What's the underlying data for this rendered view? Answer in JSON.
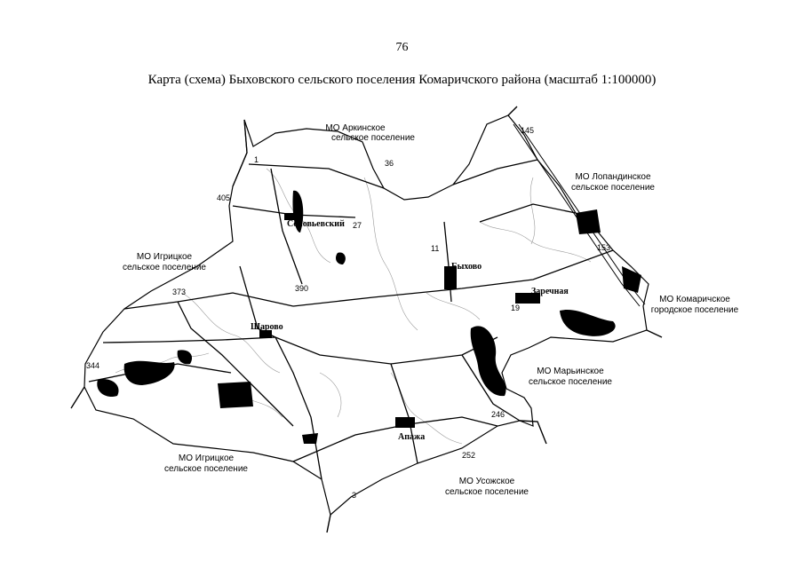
{
  "page": {
    "number": "76"
  },
  "title": "Карта (схема) Быховского сельского поселения Комаричского района (масштаб 1:100000)",
  "settlements": [
    {
      "id": "solovevsky",
      "name": "Соловьевский"
    },
    {
      "id": "bykhovo",
      "name": "Быхово"
    },
    {
      "id": "zarechnaya",
      "name": "Заречная"
    },
    {
      "id": "sharovo",
      "name": "Шарово"
    },
    {
      "id": "apazha",
      "name": "Апажа"
    }
  ],
  "neighbors": [
    {
      "id": "arkinskoe",
      "line1": "МО Аркинское",
      "line2": "сельское поселение"
    },
    {
      "id": "lopandinskoe",
      "line1": "МО Лопандинское",
      "line2": "сельское поселение"
    },
    {
      "id": "igritskoe-north",
      "line1": "МО Игрицкое",
      "line2": "сельское поселение"
    },
    {
      "id": "komarichskoe",
      "line1": "МО Комаричское",
      "line2": "городское поселение"
    },
    {
      "id": "marinskoe",
      "line1": "МО Марьинское",
      "line2": "сельское поселение"
    },
    {
      "id": "igritskoe-south",
      "line1": "МО Игрицкое",
      "line2": "сельское поселение"
    },
    {
      "id": "usozhskoe",
      "line1": "МО Усожское",
      "line2": "сельское поселение"
    }
  ],
  "boundary_points": [
    "1",
    "36",
    "405",
    "27",
    "145",
    "11",
    "153",
    "373",
    "390",
    "19",
    "344",
    "246",
    "252",
    "3"
  ]
}
